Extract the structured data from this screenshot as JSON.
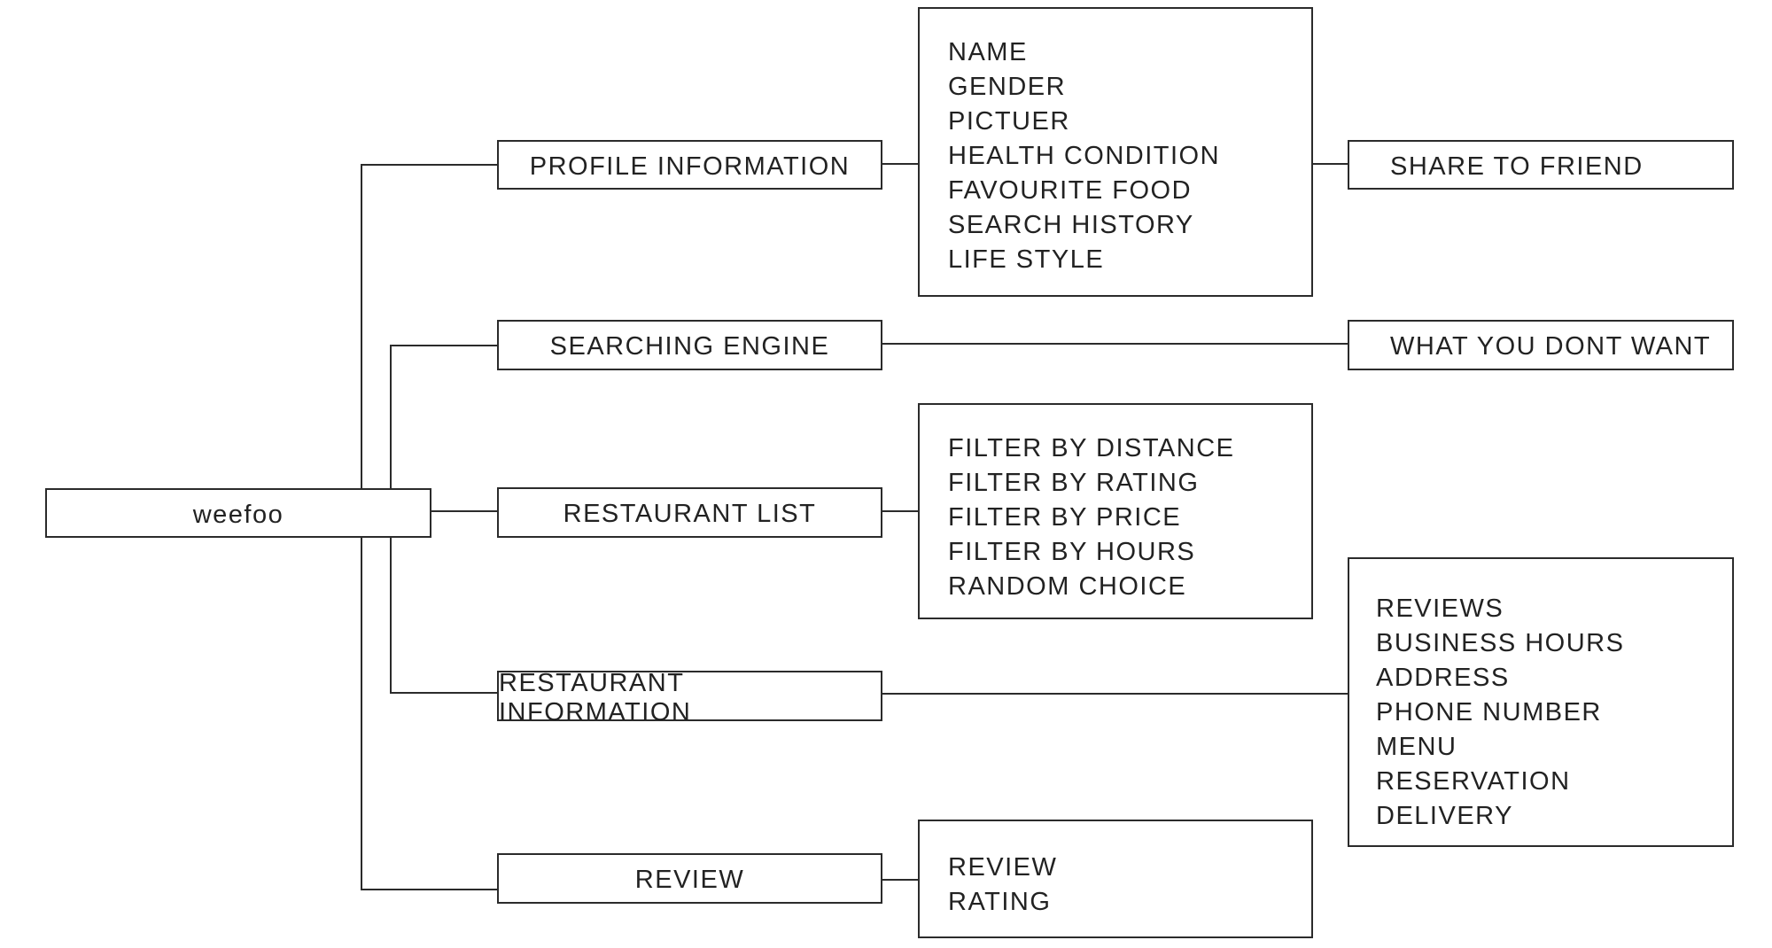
{
  "root": {
    "label": "weefoo"
  },
  "branches": [
    {
      "label": "PROFILE INFORMATION",
      "details": [
        "NAME",
        "GENDER",
        "PICTUER",
        "HEALTH CONDITION",
        "FAVOURITE FOOD",
        "SEARCH HISTORY",
        "LIFE STYLE"
      ],
      "extra": "SHARE TO FRIEND"
    },
    {
      "label": "SEARCHING ENGINE",
      "extra": "WHAT YOU DONT WANT"
    },
    {
      "label": "RESTAURANT LIST",
      "details": [
        "FILTER BY DISTANCE",
        "FILTER BY RATING",
        "FILTER BY PRICE",
        "FILTER BY HOURS",
        "RANDOM CHOICE"
      ]
    },
    {
      "label": "RESTAURANT INFORMATION",
      "details": [
        "REVIEWS",
        "BUSINESS HOURS",
        "ADDRESS",
        "PHONE NUMBER",
        "MENU",
        "RESERVATION",
        "DELIVERY"
      ]
    },
    {
      "label": "REVIEW",
      "details": [
        "REVIEW",
        "RATING"
      ]
    }
  ]
}
